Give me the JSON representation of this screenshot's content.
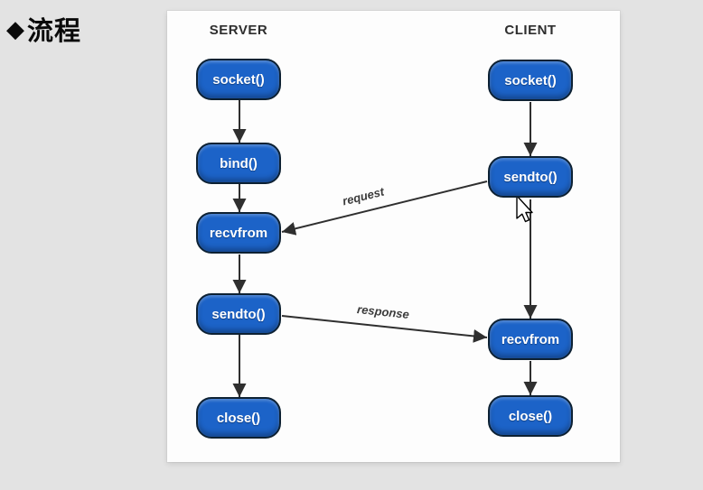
{
  "page": {
    "bullet": "◆",
    "title": "流程"
  },
  "diagram": {
    "server": {
      "header": "SERVER",
      "nodes": [
        {
          "label": "socket()"
        },
        {
          "label": "bind()"
        },
        {
          "label": "recvfrom"
        },
        {
          "label": "sendto()"
        },
        {
          "label": "close()"
        }
      ]
    },
    "client": {
      "header": "CLIENT",
      "nodes": [
        {
          "label": "socket()"
        },
        {
          "label": "sendto()"
        },
        {
          "label": "recvfrom"
        },
        {
          "label": "close()"
        }
      ]
    },
    "edge_labels": {
      "request": "request",
      "response": "response"
    },
    "colors": {
      "node_fill": "#1c63c8",
      "node_border": "#0d2133",
      "node_text": "#ffffff",
      "arrow": "#2f2f2f",
      "panel_bg": "#fdfdfd",
      "page_bg": "#e3e3e3",
      "header_text": "#2e2e2e",
      "edge_text": "#3b3b3b"
    }
  }
}
